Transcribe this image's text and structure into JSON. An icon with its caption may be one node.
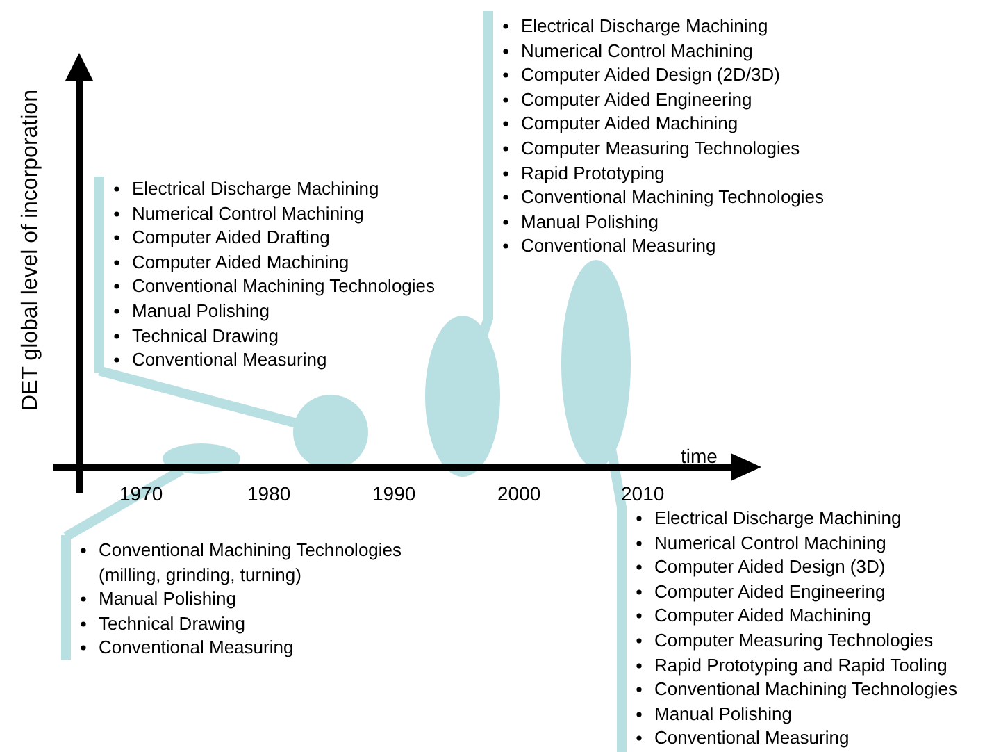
{
  "diagram": {
    "nodes": [
      {
        "text": [
          "Electrical Discharge Machining",
          "Numerical Control Machining",
          "Computer Aided Design (2D/3D)",
          "Computer Aided Engineering",
          "Computer Aided Machining",
          "Computer Measuring Technologies",
          "Rapid Prototyping",
          "Conventional Machining Technologies",
          "Manual Polishing",
          "Conventional Measuring"
        ]
      },
      {
        "text": [
          "Electrical Discharge Machining",
          "Numerical Control Machining",
          "Computer Aided Drafting",
          "Computer Aided Machining",
          "Conventional Machining Technologies",
          "Manual Polishing",
          "Technical Drawing",
          "Conventional Measuring"
        ]
      },
      {
        "text": [],
        "shape": "ellipse"
      },
      {
        "text": [],
        "shape": "ellipse"
      },
      {
        "text": [],
        "shape": "ellipse"
      },
      {
        "text": [],
        "shape": "ellipse"
      },
      {
        "text": [
          "Conventional Machining Technologies (milling, grinding, turning)",
          "Manual Polishing",
          "Technical Drawing",
          "Conventional Measuring"
        ]
      },
      {
        "text": [
          "Electrical Discharge Machining",
          "Numerical Control Machining",
          "Computer Aided Design (3D)",
          "Computer Aided Engineering",
          "Computer Aided Machining",
          "Computer Measuring Technologies",
          "Rapid Prototyping and Rapid Tooling",
          "Conventional Machining Technologies",
          "Manual Polishing",
          "Conventional Measuring"
        ]
      }
    ],
    "edges": [
      {
        "from": 6,
        "to": 2,
        "arrow": "none"
      },
      {
        "from": 1,
        "to": 3,
        "arrow": "none"
      },
      {
        "from": 0,
        "to": 4,
        "arrow": "none"
      },
      {
        "from": 7,
        "to": 5,
        "arrow": "none"
      }
    ],
    "labels": [
      "DET global level  of incorporation",
      "time",
      "1970",
      "1980",
      "1990",
      "2000",
      "2010"
    ]
  }
}
